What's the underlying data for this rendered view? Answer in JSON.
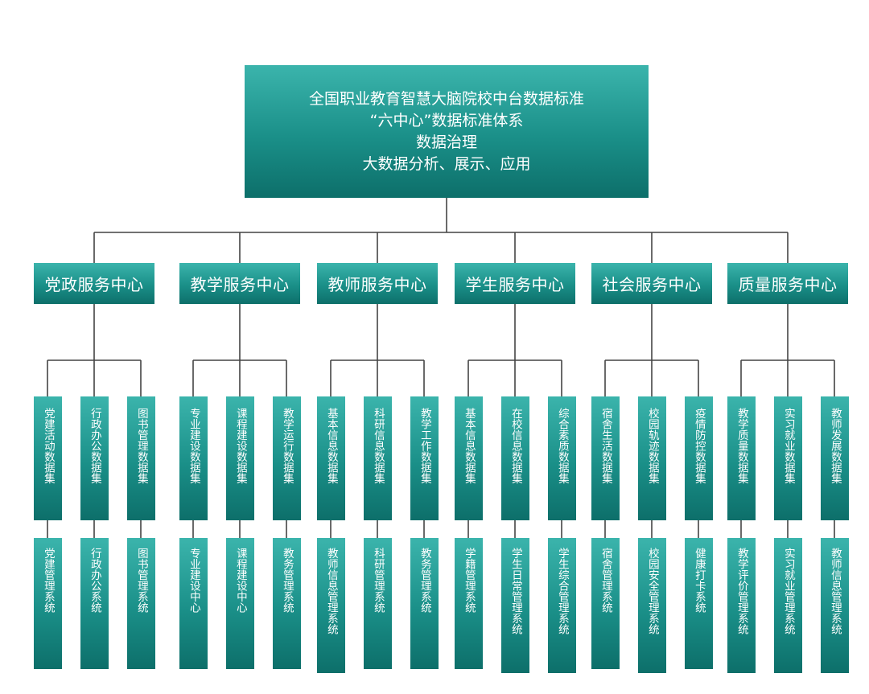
{
  "root": {
    "lines": [
      "全国职业教育智慧大脑院校中台数据标准",
      "“六中心”数据标准体系",
      "数据治理",
      "大数据分析、展示、应用"
    ]
  },
  "centers": [
    {
      "label": "党政服务中心",
      "datasets": [
        "党建活动数据集",
        "行政办公数据集",
        "图书管理数据集"
      ],
      "systems": [
        "党建管理系统",
        "行政办公系统",
        "图书管理系统"
      ]
    },
    {
      "label": "教学服务中心",
      "datasets": [
        "专业建设数据集",
        "课程建设数据集",
        "教学运行数据集"
      ],
      "systems": [
        "专业建设中心",
        "课程建设中心",
        "教务管理系统"
      ]
    },
    {
      "label": "教师服务中心",
      "datasets": [
        "基本信息数据集",
        "科研信息数据集",
        "教学工作数据集"
      ],
      "systems": [
        "教师信息管理系统",
        "科研管理系统",
        "教务管理系统"
      ]
    },
    {
      "label": "学生服务中心",
      "datasets": [
        "基本信息数据集",
        "在校信息数据集",
        "综合素质数据集"
      ],
      "systems": [
        "学籍管理系统",
        "学生日常管理系统",
        "学生综合管理系统"
      ]
    },
    {
      "label": "社会服务中心",
      "datasets": [
        "宿舍生活数据集",
        "校园轨迹数据集",
        "疫情防控数据集"
      ],
      "systems": [
        "宿舍管理系统",
        "校园安全管理系统",
        "健康打卡系统"
      ]
    },
    {
      "label": "质量服务中心",
      "datasets": [
        "教学质量数据集",
        "实习就业数据集",
        "教师发展数据集"
      ],
      "systems": [
        "教学评价管理系统",
        "实习就业管理系统",
        "教师信息管理系统"
      ]
    }
  ]
}
